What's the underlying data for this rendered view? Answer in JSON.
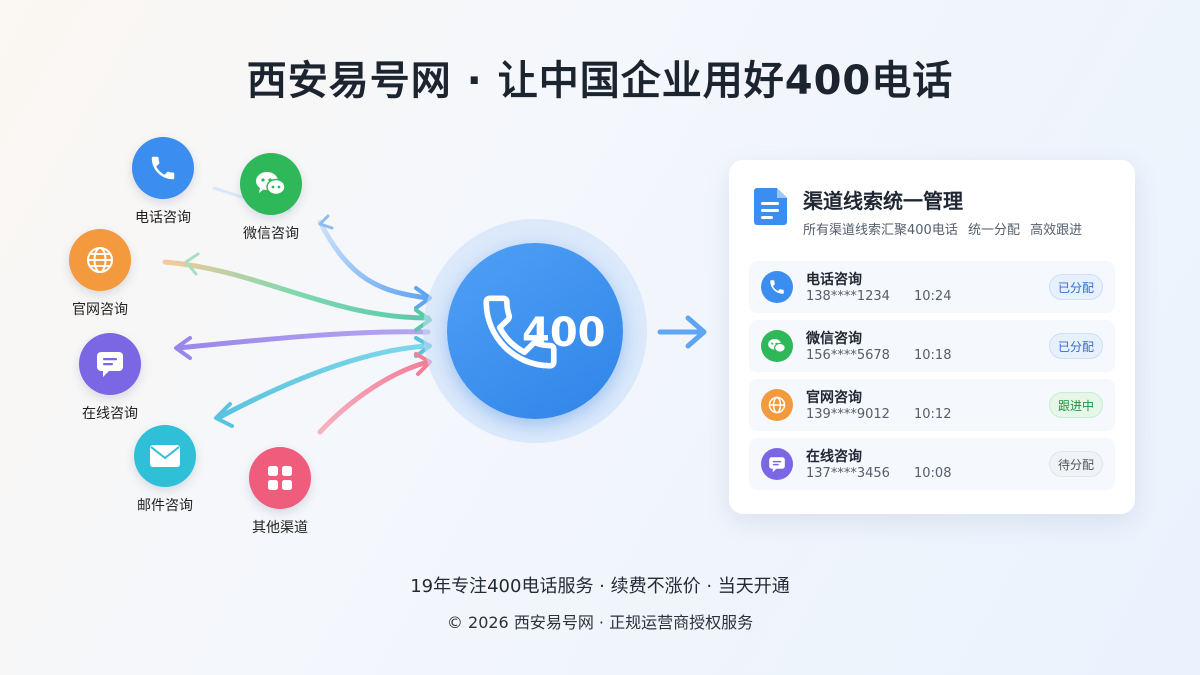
{
  "title": "西安易号网 · 让中国企业用好400电话",
  "channels": [
    {
      "label": "电话咨询",
      "icon": "phone-icon",
      "color": "#3b8ef0"
    },
    {
      "label": "微信咨询",
      "icon": "wechat-icon",
      "color": "#2fb85a"
    },
    {
      "label": "官网咨询",
      "icon": "globe-icon",
      "color": "#f39a3e"
    },
    {
      "label": "在线咨询",
      "icon": "chat-icon",
      "color": "#7b66e3"
    },
    {
      "label": "邮件咨询",
      "icon": "mail-icon",
      "color": "#2fc0d8"
    },
    {
      "label": "其他渠道",
      "icon": "grid-icon",
      "color": "#ef5c7c"
    }
  ],
  "hub": {
    "number": "400",
    "icon": "phone-icon",
    "color": "#3a8ef0"
  },
  "panel": {
    "title": "渠道线索统一管理",
    "subtitle": "所有渠道线索汇聚400电话  统一分配  高效跟进",
    "rows": [
      {
        "name": "电话咨询",
        "phone": "138****1234",
        "time": "10:24",
        "status": "已分配",
        "icon": "phone-icon",
        "color": "#3b8ef0",
        "status_type": "blue"
      },
      {
        "name": "微信咨询",
        "phone": "156****5678",
        "time": "10:18",
        "status": "已分配",
        "icon": "wechat-icon",
        "color": "#2fb85a",
        "status_type": "blue"
      },
      {
        "name": "官网咨询",
        "phone": "139****9012",
        "time": "10:12",
        "status": "跟进中",
        "icon": "globe-icon",
        "color": "#f39a3e",
        "status_type": "green"
      },
      {
        "name": "在线咨询",
        "phone": "137****3456",
        "time": "10:08",
        "status": "待分配",
        "icon": "chat-icon",
        "color": "#7b66e3",
        "status_type": "gray"
      }
    ]
  },
  "footer": {
    "line1": "19年专注400电话服务 · 续费不涨价 · 当天开通",
    "line2": "© 2026 西安易号网 · 正规运营商授权服务"
  }
}
